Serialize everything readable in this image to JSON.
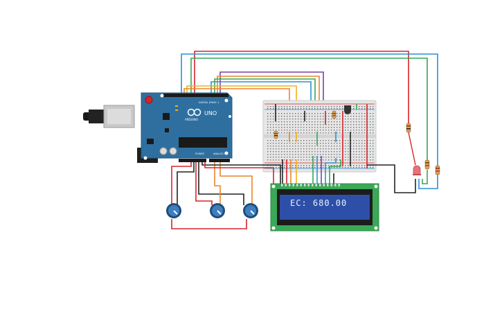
{
  "arduino": {
    "model_label": "UNO",
    "brand_label": "ARDUINO",
    "digital_label": "DIGITAL (PWM~)",
    "power_label": "POWER",
    "analog_label": "ANALOG IN"
  },
  "lcd": {
    "display_text": "EC: 680.00"
  },
  "colors": {
    "board": "#2f6f9f",
    "lcd_pcb": "#3aa856",
    "lcd_screen": "#2d4fa8",
    "breadboard": "#e6e6e6",
    "wire_red": "#d6232a",
    "wire_blue": "#2b8fd6",
    "wire_green": "#34a853",
    "wire_yellow": "#f2b01e",
    "wire_purple": "#7b3fa8",
    "wire_orange": "#e7862a",
    "wire_black": "#222222"
  },
  "icons": {
    "potentiometer": "potentiometer-icon",
    "led": "led-icon",
    "resistor": "resistor-icon",
    "usb": "usb-connector-icon",
    "sensor": "temperature-sensor-icon"
  }
}
